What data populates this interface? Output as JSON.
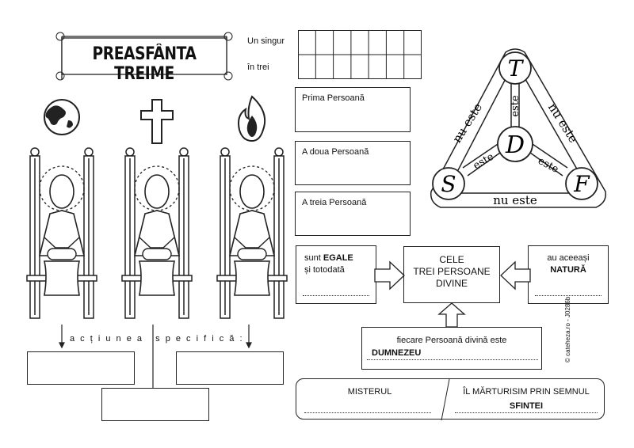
{
  "title": "PREASFÂNTA TREIME",
  "grid": {
    "row1_label": "Un singur",
    "row2_label": "în trei",
    "columns": 7
  },
  "persons": [
    {
      "label": "Prima Persoană"
    },
    {
      "label": "A doua Persoană"
    },
    {
      "label": "A treia Persoană"
    }
  ],
  "figures": [
    {
      "symbol": "globe-icon"
    },
    {
      "symbol": "cross-icon"
    },
    {
      "symbol": "flame-icon"
    }
  ],
  "action": {
    "label": "a c ț i u n e a   s p e c i f i c ă :"
  },
  "shield": {
    "top": "T",
    "center": "D",
    "left": "S",
    "right": "F",
    "is": "este",
    "is_not": "nu este"
  },
  "center_box": {
    "line1": "CELE",
    "line2": "TREI PERSOANE",
    "line3": "DIVINE"
  },
  "left_box": {
    "text1": "sunt ",
    "bold": "EGALE",
    "text2": "și totodată"
  },
  "right_box": {
    "text1": "au aceeași",
    "bold": "NATURĂ"
  },
  "bottom_box": {
    "text": "fiecare Persoană divină este",
    "bold": "DUMNEZEU"
  },
  "final_banner": {
    "left": "MISTERUL",
    "right": "ÎL MĂRTURISIM PRIN SEMNUL",
    "right_bold": "SFINTEI"
  },
  "credit": "© cateheza.ro - J0286b"
}
